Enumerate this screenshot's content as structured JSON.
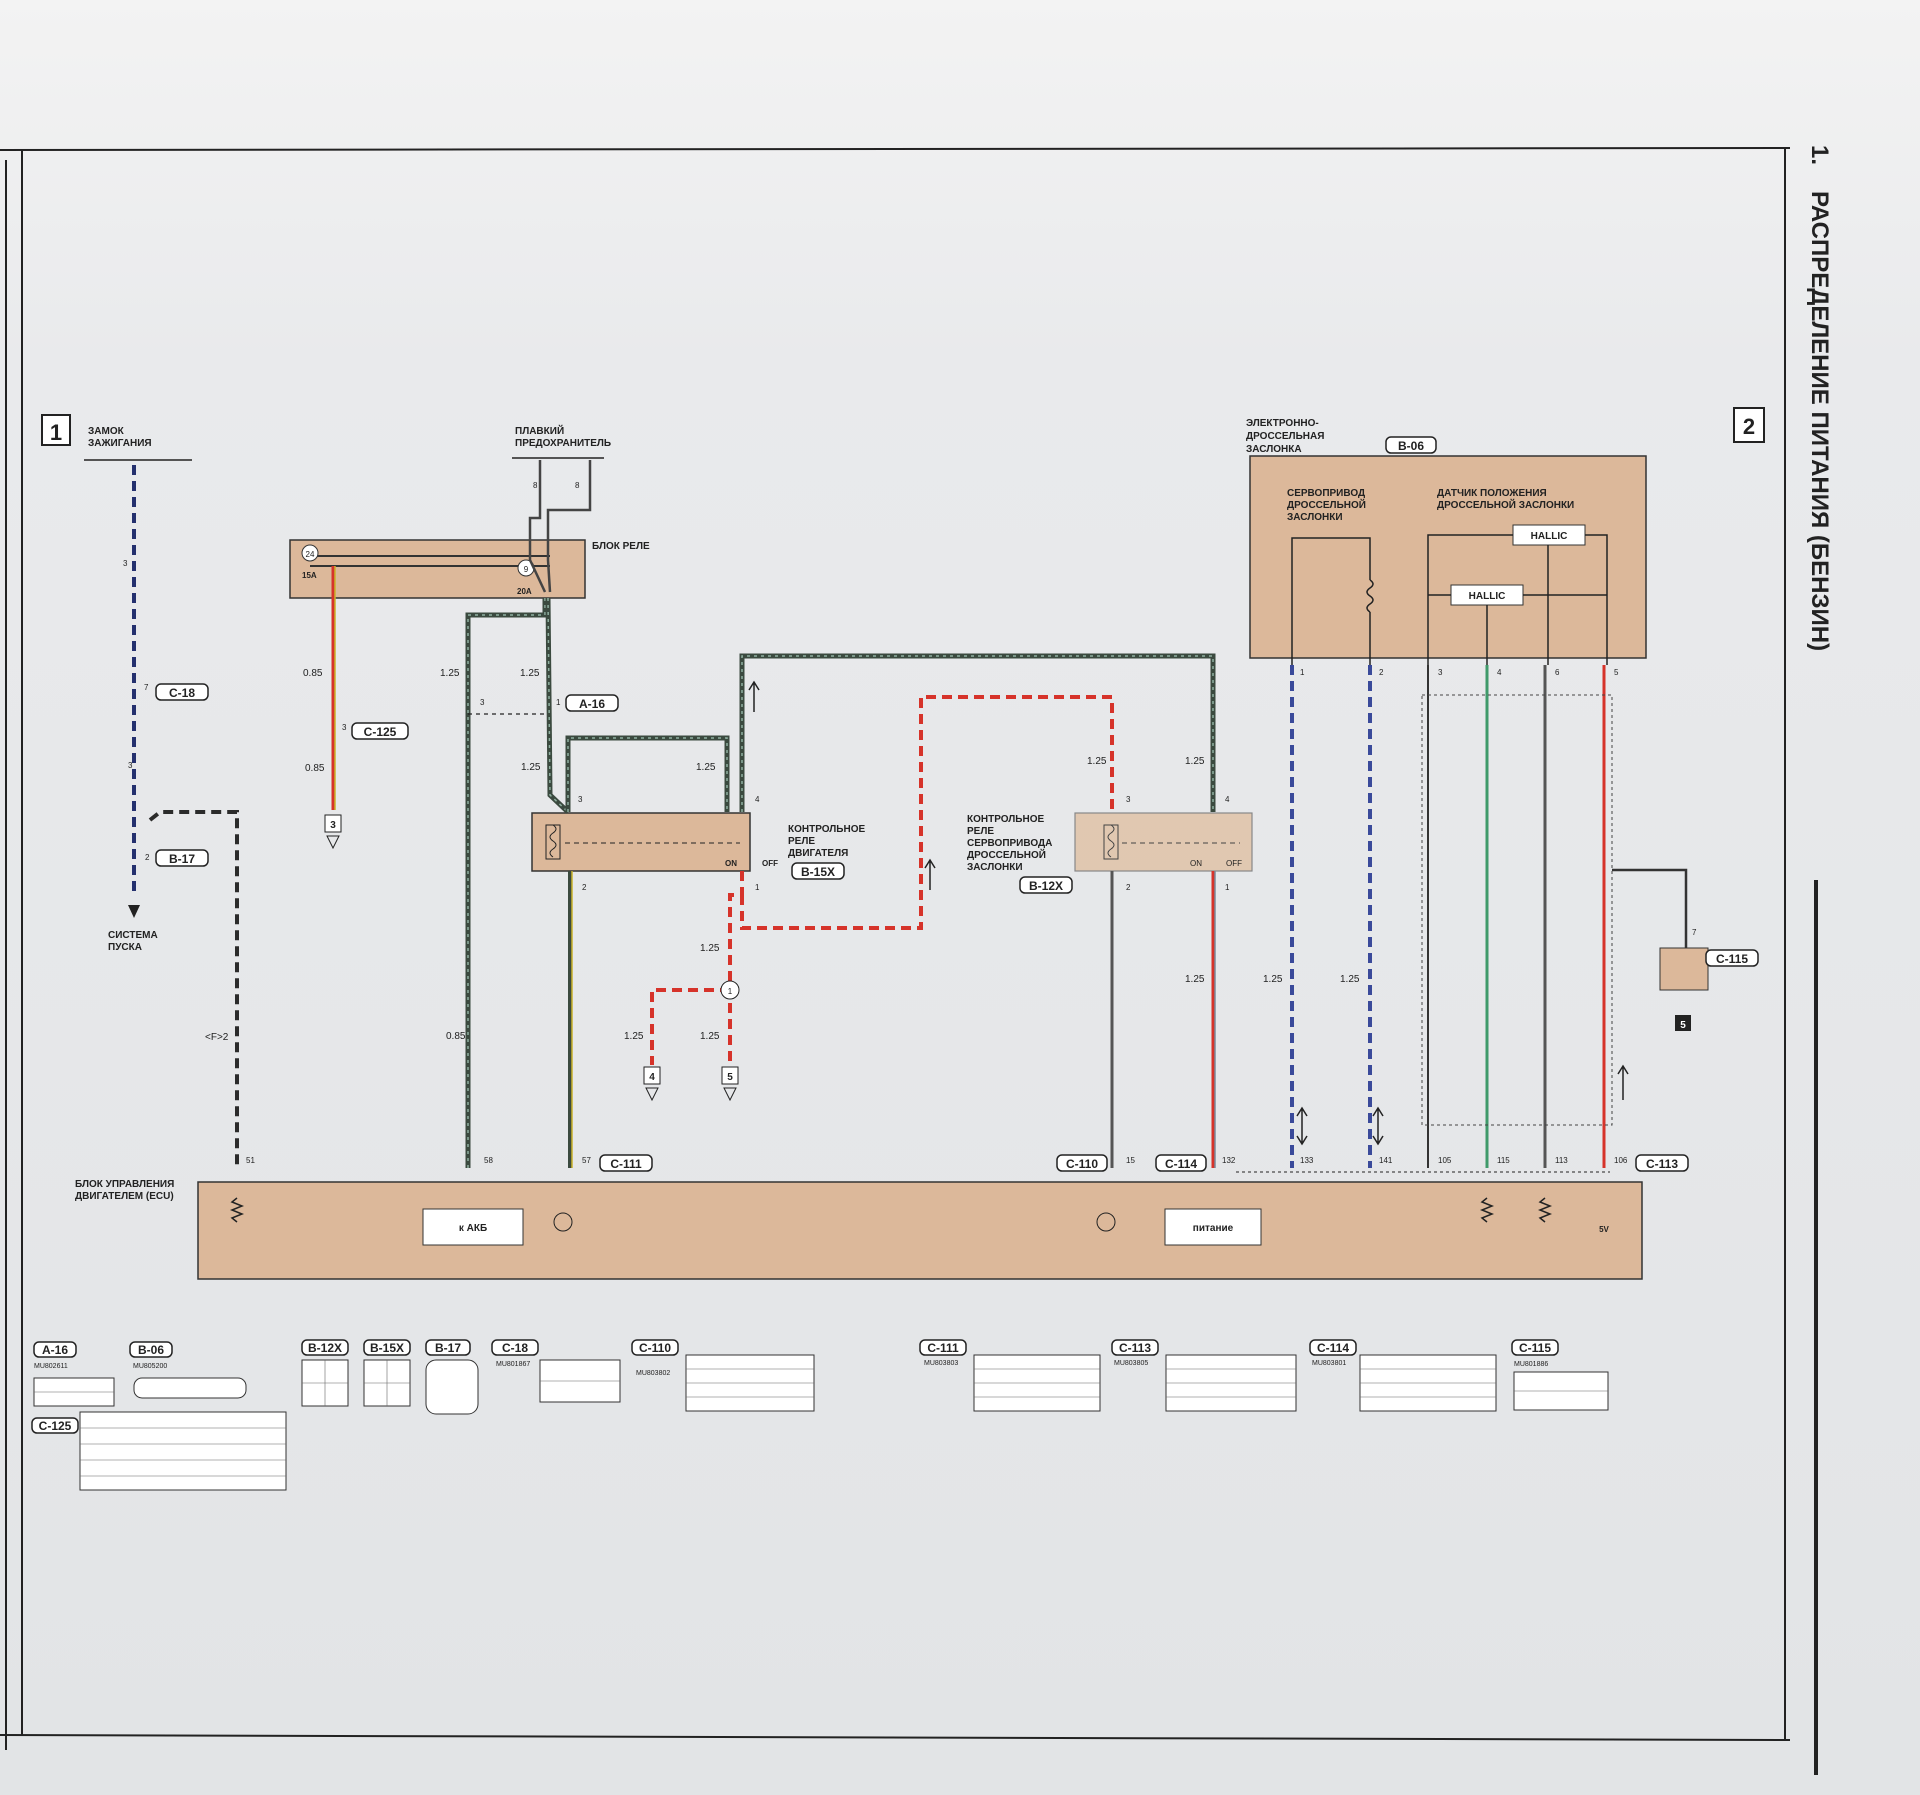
{
  "page": {
    "section_number": "1.",
    "title": "РАСПРЕДЕЛЕНИЕ ПИТАНИЯ (БЕНЗИН)",
    "panel_left": "1",
    "panel_right": "2"
  },
  "labels": {
    "ignition_switch": [
      "ЗАМОК",
      "ЗАЖИГАНИЯ"
    ],
    "fusible_link": [
      "ПЛАВКИЙ",
      "ПРЕДОХРАНИТЕЛЬ"
    ],
    "relay_box": "БЛОК РЕЛЕ",
    "fuse_a": "24",
    "fuse_a_rating": "15A",
    "fuse_b": "9",
    "fuse_b_rating": "20A",
    "start_system": [
      "СИСТЕМА",
      "ПУСКА"
    ],
    "engine_relay": [
      "КОНТРОЛЬНОЕ",
      "РЕЛЕ",
      "ДВИГАТЕЛЯ"
    ],
    "throttle_relay": [
      "КОНТРОЛЬНОЕ",
      "РЕЛЕ",
      "СЕРВОПРИВОДА",
      "ДРОССЕЛЬНОЙ",
      "ЗАСЛОНКИ"
    ],
    "etc": [
      "ЭЛЕКТРОННО-",
      "ДРОССЕЛЬНАЯ",
      "ЗАСЛОНКА"
    ],
    "servo": [
      "СЕРВОПРИВОД",
      "ДРОССЕЛЬНОЙ",
      "ЗАСЛОНКИ"
    ],
    "tps": [
      "ДАТЧИК ПОЛОЖЕНИЯ",
      "ДРОССЕЛЬНОЙ ЗАСЛОНКИ"
    ],
    "hallic": "HALLIC",
    "ecu": [
      "БЛОК УПРАВЛЕНИЯ",
      "ДВИГАТЕЛЕМ (ECU)"
    ],
    "to_battery": "к АКБ",
    "power": "питание",
    "on": "ON",
    "off": "OFF",
    "v5": "5V",
    "signal_f2": "<F>2"
  },
  "connectors": {
    "c18": "C-18",
    "b17": "B-17",
    "c125": "C-125",
    "a16": "A-16",
    "b15x": "B-15X",
    "b12x": "B-12X",
    "b06": "B-06",
    "c111": "C-111",
    "c110": "C-110",
    "c114": "C-114",
    "c113": "C-113",
    "c115": "C-115"
  },
  "wire_sizes": {
    "w085": "0.85",
    "w125": "1.25"
  },
  "pins": [
    "1",
    "2",
    "3",
    "4",
    "5",
    "6",
    "7",
    "8",
    "51",
    "58",
    "57",
    "15",
    "132",
    "133",
    "141",
    "105",
    "115",
    "113",
    "106"
  ],
  "ground_refs": [
    "3",
    "4",
    "5",
    "5"
  ],
  "connector_legend": [
    {
      "id": "A-16",
      "part": "MU802611"
    },
    {
      "id": "B-06",
      "part": "MU805200"
    },
    {
      "id": "B-12X",
      "part": ""
    },
    {
      "id": "B-15X",
      "part": ""
    },
    {
      "id": "B-17",
      "part": ""
    },
    {
      "id": "C-18",
      "part": "MU801867"
    },
    {
      "id": "C-110",
      "part": "MU803802"
    },
    {
      "id": "C-111",
      "part": "MU803803"
    },
    {
      "id": "C-113",
      "part": "MU803805"
    },
    {
      "id": "C-114",
      "part": "MU803801"
    },
    {
      "id": "C-115",
      "part": "MU801886"
    },
    {
      "id": "C-125",
      "part": ""
    }
  ],
  "colors": {
    "box_fill": "#dcb89a",
    "wire_dark": "#3b4a3f",
    "wire_red": "#d6332a",
    "wire_blue": "#3a4a9a",
    "wire_green": "#3f9a6a",
    "wire_yellow": "#c9b22a"
  }
}
